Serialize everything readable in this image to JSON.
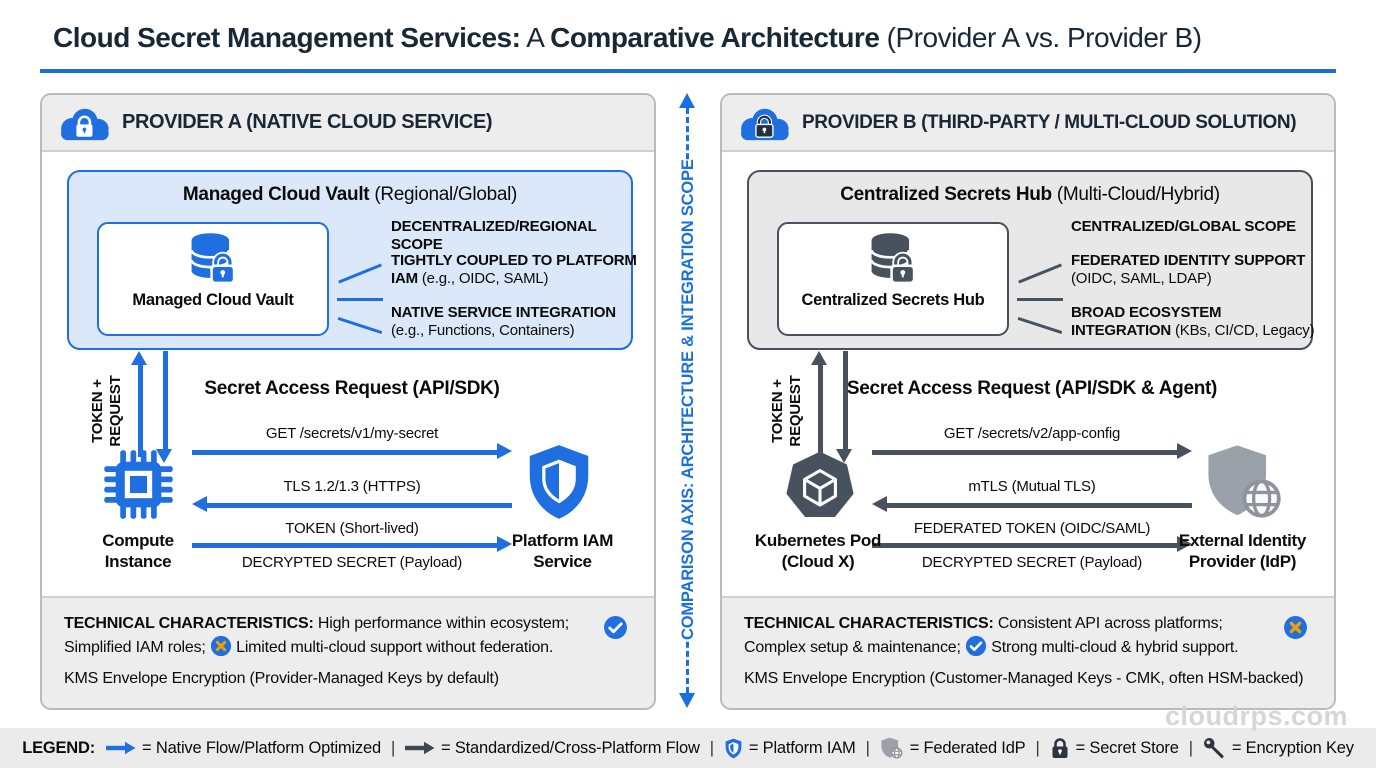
{
  "title": {
    "bold1": "Cloud Secret Management Services:",
    "normal1": " A ",
    "bold2": "Comparative Architecture",
    "normal2": " (Provider A vs. Provider B)"
  },
  "panel_a": {
    "header": "PROVIDER A (NATIVE CLOUD SERVICE)",
    "vault_title_bold": "Managed Cloud Vault",
    "vault_title_normal": " (Regional/Global)",
    "vault_card_label": "Managed Cloud Vault",
    "features": [
      {
        "bold": "DECENTRALIZED/REGIONAL SCOPE",
        "normal": ""
      },
      {
        "bold": "TIGHTLY COUPLED TO PLATFORM IAM",
        "normal": " (e.g., OIDC, SAML)"
      },
      {
        "bold": "NATIVE SERVICE INTEGRATION",
        "normal": " (e.g., Functions, Containers)"
      }
    ],
    "token_label_1": "TOKEN +",
    "token_label_2": "REQUEST",
    "flow_title": "Secret Access Request (API/SDK)",
    "flow_labels": [
      "GET /secrets/v1/my-secret",
      "TLS 1.2/1.3 (HTTPS)",
      "TOKEN (Short-lived)",
      "DECRYPTED SECRET (Payload)"
    ],
    "left_node_1": "Compute",
    "left_node_2": "Instance",
    "right_node_1": "Platform IAM",
    "right_node_2": "Service",
    "tech_bold": "TECHNICAL CHARACTERISTICS:",
    "tech_1": " High performance within ecosystem; Simplified IAM roles; ",
    "tech_2": " Limited multi-cloud support without federation.",
    "kms": "KMS Envelope Encryption (Provider-Managed Keys by default)"
  },
  "panel_b": {
    "header": "PROVIDER B (THIRD-PARTY / MULTI-CLOUD SOLUTION)",
    "vault_title_bold": "Centralized Secrets Hub",
    "vault_title_normal": " (Multi-Cloud/Hybrid)",
    "vault_card_label": "Centralized Secrets Hub",
    "features": [
      {
        "bold": "CENTRALIZED/GLOBAL SCOPE",
        "normal": ""
      },
      {
        "bold": "FEDERATED IDENTITY SUPPORT",
        "normal": " (OIDC, SAML, LDAP)"
      },
      {
        "bold": "BROAD ECOSYSTEM INTEGRATION",
        "normal": " (KBs, CI/CD, Legacy)"
      }
    ],
    "token_label_1": "TOKEN +",
    "token_label_2": "REQUEST",
    "flow_title": "Secret Access Request (API/SDK & Agent)",
    "flow_labels": [
      "GET /secrets/v2/app-config",
      "mTLS (Mutual TLS)",
      "FEDERATED TOKEN (OIDC/SAML)",
      "DECRYPTED SECRET (Payload)"
    ],
    "left_node_1": "Kubernetes Pod",
    "left_node_2": "(Cloud X)",
    "right_node_1": "External Identity",
    "right_node_2": "Provider (IdP)",
    "tech_bold": "TECHNICAL CHARACTERISTICS:",
    "tech_1": " Consistent API across platforms; Complex setup & maintenance; ",
    "tech_2": " Strong multi-cloud & hybrid support.",
    "kms": "KMS Envelope Encryption (Customer-Managed Keys - CMK, often HSM-backed)"
  },
  "axis_label": "COMPARISON AXIS: ARCHITECTURE & INTEGRATION SCOPE",
  "legend": {
    "title": "LEGEND:",
    "sep": "|",
    "items": [
      {
        "icon": "native-flow-arrow-icon",
        "text": "= Native Flow/Platform Optimized"
      },
      {
        "icon": "cross-platform-flow-arrow-icon",
        "text": "= Standardized/Cross-Platform Flow"
      },
      {
        "icon": "platform-iam-shield-icon",
        "text": "= Platform IAM"
      },
      {
        "icon": "federated-idp-shield-icon",
        "text": "= Federated IdP"
      },
      {
        "icon": "secret-store-lock-icon",
        "text": "= Secret Store"
      },
      {
        "icon": "encryption-key-icon",
        "text": "= Encryption Key"
      }
    ]
  },
  "watermark": "cloudrps.com",
  "colors": {
    "flow_blue": "#1f6fe0",
    "flow_dark": "#47525e",
    "accent": "#1a6fe0",
    "badge_orange": "#f0a000",
    "navy": "#182837"
  }
}
